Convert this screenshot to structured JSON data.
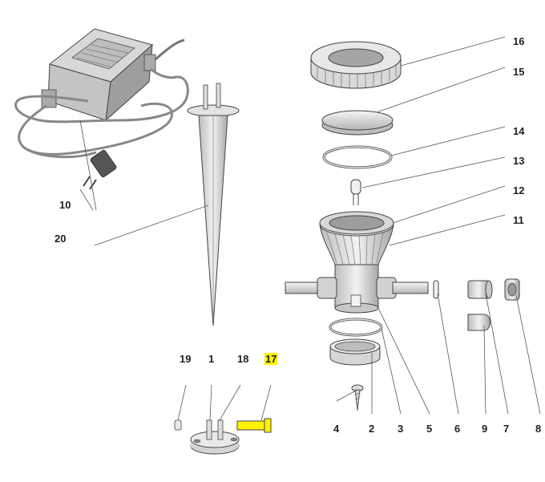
{
  "callouts": {
    "n16": "16",
    "n15": "15",
    "n14": "14",
    "n13": "13",
    "n12": "12",
    "n11": "11",
    "n10": "10",
    "n20": "20",
    "n19": "19",
    "n1": "1",
    "n18": "18",
    "n17": "17",
    "n4": "4",
    "n2": "2",
    "n3": "3",
    "n5": "5",
    "n6": "6",
    "n9": "9",
    "n7": "7",
    "n8": "8"
  },
  "colors": {
    "line": "#555555",
    "part_fill": "#e6e6e6",
    "part_dark": "#9a9a9a",
    "highlight": "#fff200"
  }
}
